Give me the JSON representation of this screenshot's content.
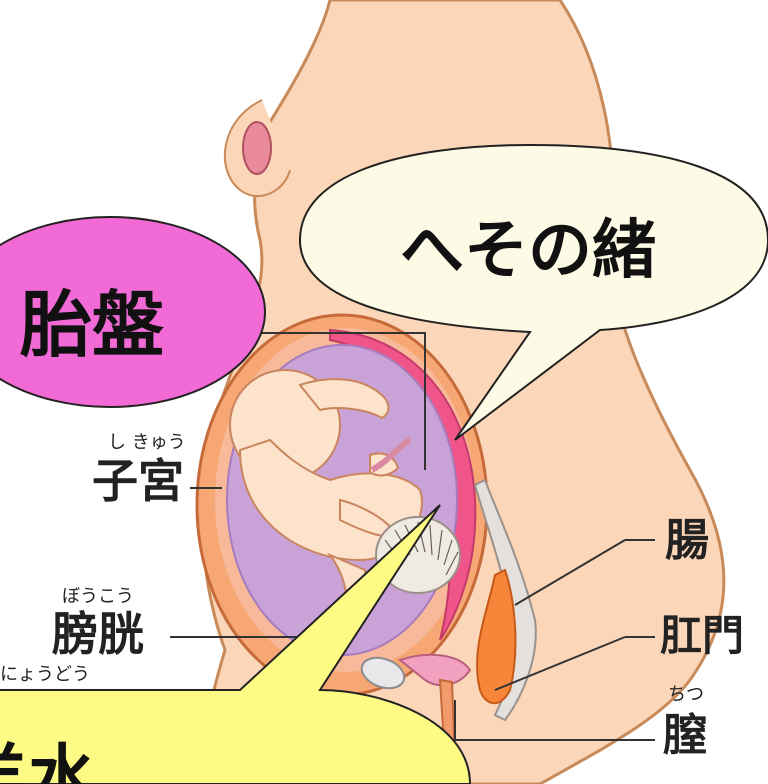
{
  "bubbles": {
    "placenta": "胎盤",
    "umbilical_cord": "へその緒",
    "amniotic_fluid": "羊水"
  },
  "labels": {
    "uterus": {
      "text": "子宮",
      "ruby": "し きゅう"
    },
    "bladder": {
      "text": "膀胱",
      "ruby": "ぼうこう"
    },
    "urethra": {
      "ruby": "にょうどう"
    },
    "intestine": {
      "text": "腸"
    },
    "anus": {
      "text": "肛門"
    },
    "vagina": {
      "text": "膣",
      "ruby": "ちつ"
    }
  },
  "colors": {
    "bubble_pink": "#f26ad6",
    "bubble_cream": "#fdfbe6",
    "bubble_yellow": "#fdfb84",
    "skin": "#fbd2b0",
    "uterus": "#f5a06a",
    "amnion": "#c9a8d6",
    "fetus": "#fde0c8"
  }
}
